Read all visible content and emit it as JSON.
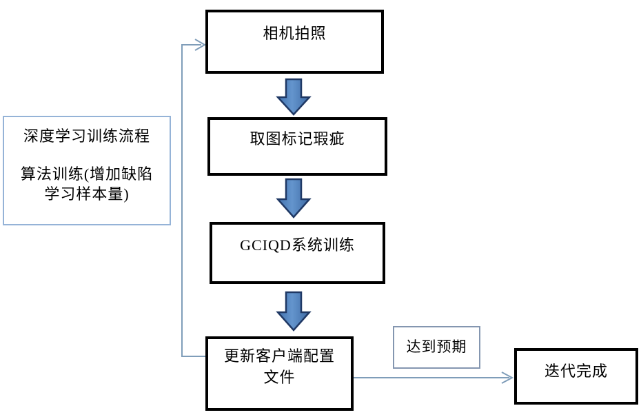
{
  "colors": {
    "background": "#ffffff",
    "node_border": "#000000",
    "note_border": "#95b3d7",
    "branch_label_border": "#8496b0",
    "block_arrow_fill": "#4a7ebb",
    "block_arrow_stroke": "#1f3864",
    "connector_line": "#7f9db9",
    "text": "#000000"
  },
  "flowchart": {
    "nodes": {
      "camera": {
        "label": "相机拍照"
      },
      "mark_defects": {
        "label": "取图标记瑕疵"
      },
      "system_training": {
        "label": "GCIQD系统训练"
      },
      "update_config": {
        "line1": "更新客户端配置",
        "line2": "文件"
      },
      "iteration_done": {
        "label": "迭代完成"
      }
    },
    "side_note": {
      "line1": "深度学习训练流程",
      "line2": "算法训练(增加缺陷",
      "line3": "学习样本量)"
    },
    "branch_label": {
      "label": "达到预期"
    }
  }
}
